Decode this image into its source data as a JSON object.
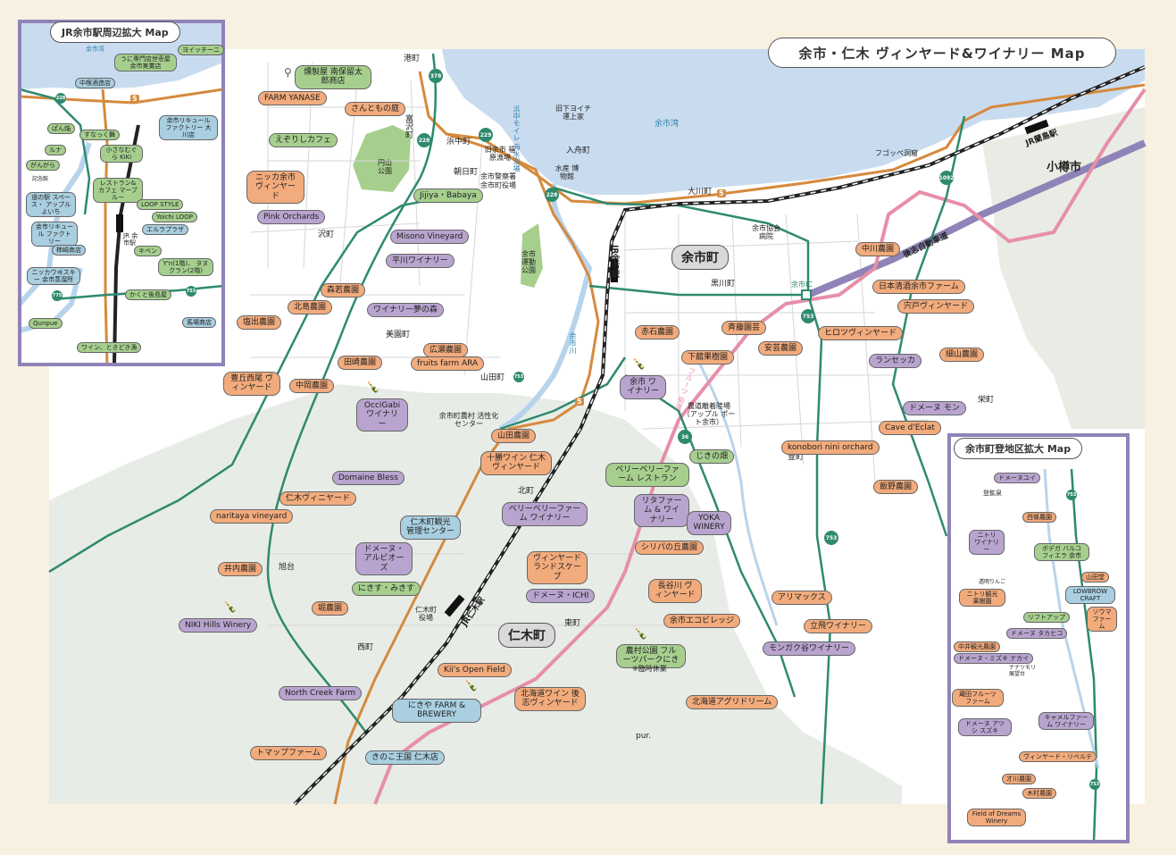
{
  "title": "余市・仁木 ヴィンヤード&ワイナリー Map",
  "colors": {
    "winery": "#f2ab7c",
    "vineyard": "#b9a4cf",
    "shop": "#a6cf8e",
    "facility": "#a9cfe0",
    "sea": "#c9dcef",
    "route": "#2e8a6e",
    "road": "#d58a3c",
    "rail": "#222222",
    "fruitroad": "#e78fa8",
    "expressway": "#8f83b8"
  },
  "towns": {
    "yoichi": "余市町",
    "niki": "仁木町",
    "otaru": "小樽市"
  },
  "sea": {
    "yoichi_bay": "余市湾"
  },
  "labels": {
    "farm_yanase": "FARM YANASE",
    "kunsei": "燻製屋 南保留太郎商店",
    "sanatomo": "さんともの庭",
    "ezoshika": "えぞりしカフェ",
    "nikka": "ニッカ余市 ヴィンヤード",
    "pink": "Pink Orchards",
    "jijiya": "Jijiya・Babaya",
    "misono": "Misono Vineyard",
    "hirakawa": "平川ワイナリー",
    "moriwaka": "森若農園",
    "yume": "ワイナリー夢の森",
    "kitajima": "北島農園",
    "shiode": "塩出農園",
    "hirose": "広瀬農園",
    "fruits": "fruits farm ARA",
    "tazaki": "田崎農園",
    "toyooka": "豊丘西尾 ヴィンヤード",
    "nakaoka": "中岡農園",
    "occi": "OcciGabi ワイナリー",
    "yoichi_w": "余市 ワイナリー",
    "akaishi": "赤石農園",
    "saito": "斉藤園芸",
    "shimotachi": "下舘果樹園",
    "ando": "安芸農園",
    "hiroto": "ヒロツヴィンヤード",
    "ransekka": "ランセッカ",
    "hosoyama": "細山農園",
    "nakagawa": "中川農園",
    "nihonseishu": "日本清酒余市ファーム",
    "shishido": "宍戸ヴィンヤード",
    "domaine_mon": "ドメーヌ モン",
    "cave": "Cave d'Eclat",
    "konobori": "konobori nini orchard",
    "iino": "飯野農園",
    "yamada": "山田農園",
    "tokachi": "十勝ワイン 仁木ヴィンヤード",
    "berry_rest": "ベリーベリーファーム レストラン",
    "jikinohata": "じきの畑",
    "domaine_bless": "Domaine Bless",
    "niki_kanko": "仁木町観光 管理センター",
    "berry_winery": "ベリーベリーファーム ワイナリー",
    "rita": "リタファーム & ワイナリー",
    "yoka": "YOKA WINERY",
    "niki_vine": "仁木ヴィニヤード",
    "naritaya": "naritaya vineyard",
    "albi": "ドメーヌ・ アルビオーズ",
    "vlandscape": "ヴィンヤード ランドスケープ",
    "shiriba": "シリパの丘農園",
    "iuchi": "井内農園",
    "nikisu": "にきす・みきす",
    "hasegawa": "長谷川 ヴィンヤード",
    "d_ichi": "ドメーヌ・ICHI",
    "horinoen": "堀農園",
    "niki_hills": "NIKI Hills Winery",
    "ecovillage": "余市エコビレッジ",
    "arimax": "アリマックス",
    "tachitobi": "立飛ワイナリー",
    "mongaku": "モンガク谷ワイナリー",
    "kiis": "Kii's Open Field",
    "nousonkoen": "農村公園 フルーツパークにき",
    "rinji": "※臨時休業",
    "northcreek": "North Creek Farm",
    "kitakaido": "北海道ワイン 後志ヴィンヤード",
    "agri": "北海道アグリドリーム",
    "nikiya": "にきや FARM & BREWERY",
    "pur": "pur.",
    "tomap": "トマップファーム",
    "kinoko": "きのこ王国 仁木店"
  },
  "places": {
    "minato": "港町",
    "tomizawa": "富沢町",
    "hamanaka": "浜中町",
    "kyuyoichi": "旧余市 福原漁場",
    "asahi": "朝日町",
    "police": "余市警察署",
    "townhall": "余市町役場",
    "suizoku": "水産 博物館",
    "iribune": "入舟町",
    "kyu_shitayoichi": "旧下ヨイチ 運上家",
    "okawa": "大川町",
    "yoichi_kyokai": "余市協会 病院",
    "fugoppe": "フゴッペ洞窟",
    "sawamachi": "沢町",
    "kurokawa": "黒川町",
    "mizumachi": "美園町",
    "yamadamachi": "山田町",
    "noson_center": "余市町農村 活性化センター",
    "noboricho": "登町",
    "sakae": "栄町",
    "kitamachi": "北町",
    "asahidai": "旭台",
    "higashimachi": "東町",
    "niki_yakuba": "仁木町 役場",
    "nishimachi": "西町",
    "kanko_noen": "農道離着陸場 （アップル ポート余市）",
    "maruyama": "円山 公園",
    "undo_koen": "余市 運動 公園",
    "yoichi_ic": "余市IC"
  },
  "stations": {
    "yoichi_st": "JR余市駅",
    "niki_st": "JR仁木駅",
    "ranshima_st": "JR蘭島駅",
    "ranshima_kai": "JR余市駅周辺拡大 Map"
  },
  "roads": {
    "expressway": "後志自動車道",
    "fruit_road": "フルーツ 街道",
    "yoichi_river": "余市川",
    "hamanaka_beach": "浜中モイレ 海水浴場"
  },
  "route_numbers": {
    "r5": "5",
    "r229": "229",
    "r228": "228",
    "r378": "378",
    "r1092": "1092",
    "r753": "753",
    "r36": "36",
    "r775": "775"
  },
  "inset_station": {
    "title": "JR余市駅周辺拡大 Map",
    "labels": {
      "yoichi_sea": "余市湾",
      "yoicchini": "ヨイッチーニ",
      "uni": "うに専門店世壱屋 余市実業店",
      "nakane": "中根酒造店",
      "yoichi_lique": "余市リキュール ファクトリー 大川店",
      "panna": "ぱん焔",
      "sunnuku": "すなっく舞",
      "ruta": "ルナ",
      "chiisana": "小さなむぐら KiKi",
      "ganga": "がんがら",
      "resto": "レストラン&カフェ マーブルー",
      "loop": "LOOP STYLE",
      "michinoeki": "道の駅 スペース・ アップルよいち",
      "yoichi_lique2": "余市リキュール ファクトリー",
      "ajisai": "Yoichi LOOP",
      "erurapuraza": "エルラプラザ",
      "jr_yoichi": "JR 余市駅",
      "kenken": "柿崎商店",
      "kiben": "キベン",
      "yn": "Y'n(1階)、 タヌクラン(2階)",
      "nikka_whisky": "ニッカウヰスキー 余市蒸溜所",
      "kakuto": "かくと後島屋",
      "qunpue": "Qunpue",
      "wine_tokidoki": "ワイン、ときどき漁",
      "babashoten": "馬場商店",
      "kinenkan": "記念館"
    }
  },
  "inset_nobori": {
    "title": "余市町登地区拡大 Map",
    "labels": {
      "d_yui": "ドメーヌユイ",
      "toukouen": "登鉱泉",
      "nishinouen": "西條農園",
      "nitori": "ニトリ ワイナリー",
      "bodega": "ボデガ バルコ フィエラ 余市",
      "toumeiringo": "透明りんご",
      "yamadado": "山田堂",
      "nitori_kanko": "ニトリ観光 果樹園",
      "lowbrow": "LOWBROW CRAFT",
      "liftup": "リフトアップ",
      "somaa": "ソウマ ファーム",
      "d_takahiko": "ドメーヌ タカヒコ",
      "nakai": "中井観光農園",
      "d_mizuki": "ドメーヌ・ミズキ ナカイ",
      "nanatsumori": "ナナツモリ 展望台",
      "kurata": "蔵田フルーツ ファーム",
      "d_asui": "ドメーヌ アツシ スズキ",
      "kyaramel": "キャメルファーム ワイナリー",
      "v_ribelte": "ヴィンヤード・リベルテ",
      "saikawa": "才川農園",
      "kimura": "木村農園",
      "fod": "Field of Dreams Winery"
    }
  }
}
